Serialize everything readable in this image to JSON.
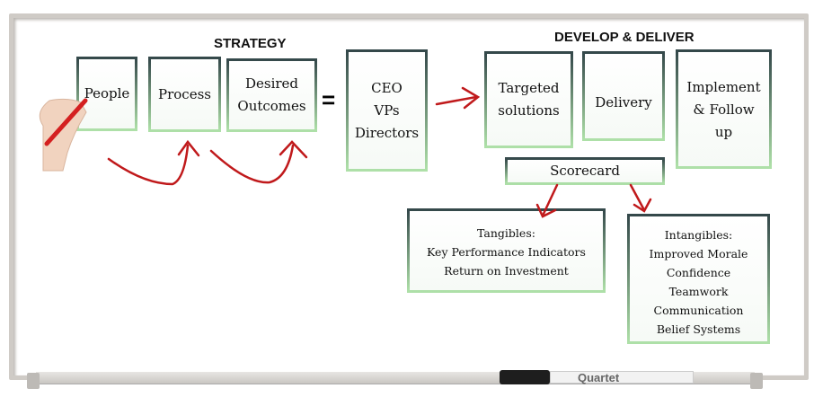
{
  "headers": {
    "strategy": "STRATEGY",
    "develop": "DEVELOP & DELIVER"
  },
  "equals": "=",
  "boxes": {
    "people": "People",
    "process": "Process",
    "desired": [
      "Desired",
      "Outcomes"
    ],
    "leaders": [
      "CEO",
      "VPs",
      "Directors"
    ],
    "targeted": [
      "Targeted",
      "solutions"
    ],
    "delivery": "Delivery",
    "implement": [
      "Implement",
      "& Follow",
      "up"
    ],
    "scorecard": "Scorecard",
    "tangibles": [
      "Tangibles:",
      "Key Performance Indicators",
      "Return on Investment"
    ],
    "intangibles": [
      "Intangibles:",
      "Improved Morale",
      "Confidence",
      "Teamwork",
      "Communication",
      "Belief Systems"
    ]
  },
  "brand": "Quartet",
  "colors": {
    "arrow": "#c0191b",
    "frame": "#cfcbc6"
  }
}
